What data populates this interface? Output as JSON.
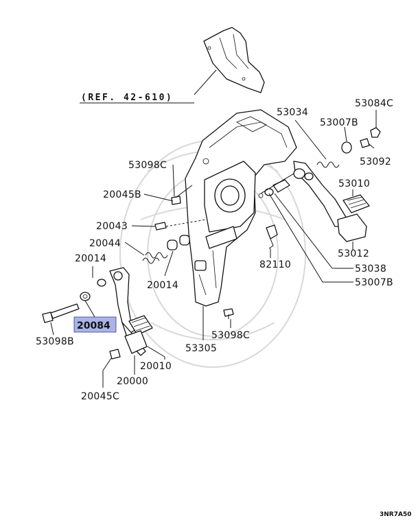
{
  "reference_label": "(REF. 42-610)",
  "highlight_color": "#aab4e6",
  "highlighted_part": "20084",
  "diagram_code": "3NR7A50",
  "parts": {
    "p53034": "53034",
    "p53084C": "53084C",
    "p53007B_top": "53007B",
    "p53092": "53092",
    "p53098C_top": "53098C",
    "p53010": "53010",
    "p20045B": "20045B",
    "p20043": "20043",
    "p20044": "20044",
    "p53012": "53012",
    "p82110": "82110",
    "p53038": "53038",
    "p20014_left": "20014",
    "p20014_mid": "20014",
    "p53007B_bottom": "53007B",
    "p20084": "20084",
    "p53098B": "53098B",
    "p53098C_bottom": "53098C",
    "p53305": "53305",
    "p20010": "20010",
    "p20000": "20000",
    "p20045C": "20045C"
  }
}
